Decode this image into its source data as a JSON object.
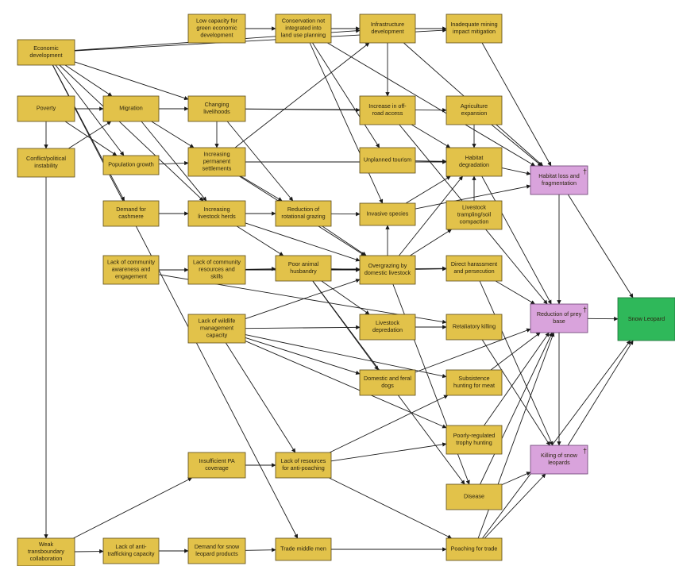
{
  "diagram": {
    "nodes": [
      {
        "id": "n_econ",
        "type": "threat",
        "lines": [
          "Economic",
          "development"
        ]
      },
      {
        "id": "n_lowcap",
        "type": "threat",
        "lines": [
          "Low capacity for",
          "green economic",
          "development"
        ]
      },
      {
        "id": "n_conserv",
        "type": "threat",
        "lines": [
          "Conservation not",
          "integrated into",
          "land use planning"
        ]
      },
      {
        "id": "n_infra",
        "type": "threat",
        "lines": [
          "Infrastructure",
          "development"
        ]
      },
      {
        "id": "n_inadeq",
        "type": "threat",
        "lines": [
          "Inadequate mining",
          "impact mitigation"
        ]
      },
      {
        "id": "n_poverty",
        "type": "threat",
        "lines": [
          "Poverty"
        ]
      },
      {
        "id": "n_migration",
        "type": "threat",
        "lines": [
          "Migration"
        ]
      },
      {
        "id": "n_changing",
        "type": "threat",
        "lines": [
          "Changing",
          "livelihoods"
        ]
      },
      {
        "id": "n_offroad",
        "type": "threat",
        "lines": [
          "Increase in off-",
          "road access"
        ]
      },
      {
        "id": "n_agri",
        "type": "threat",
        "lines": [
          "Agriculture",
          "expansion"
        ]
      },
      {
        "id": "n_conflict",
        "type": "threat",
        "lines": [
          "Conflict/political",
          "instability"
        ]
      },
      {
        "id": "n_popgrowth",
        "type": "threat",
        "lines": [
          "Population growth"
        ]
      },
      {
        "id": "n_settle",
        "type": "threat",
        "lines": [
          "Increasing",
          "permanent",
          "settlements"
        ]
      },
      {
        "id": "n_tourism",
        "type": "threat",
        "lines": [
          "Unplanned tourism"
        ]
      },
      {
        "id": "n_habdeg",
        "type": "threat",
        "lines": [
          "Habitat",
          "degradation"
        ]
      },
      {
        "id": "n_habloss",
        "type": "impact",
        "lines": [
          "Habitat loss and",
          "fragmentation"
        ],
        "dagger": "†"
      },
      {
        "id": "n_cashmere",
        "type": "threat",
        "lines": [
          "Demand for",
          "cashmere"
        ]
      },
      {
        "id": "n_herds",
        "type": "threat",
        "lines": [
          "Increasing",
          "livestock herds"
        ]
      },
      {
        "id": "n_rotgraz",
        "type": "threat",
        "lines": [
          "Reduction of",
          "rotational grazing"
        ]
      },
      {
        "id": "n_invasive",
        "type": "threat",
        "lines": [
          "Invasive species"
        ]
      },
      {
        "id": "n_trampling",
        "type": "threat",
        "lines": [
          "Livestock",
          "trampling/soil",
          "compaction"
        ]
      },
      {
        "id": "n_commaware",
        "type": "threat",
        "lines": [
          "Lack of community",
          "awareness and",
          "engagement"
        ]
      },
      {
        "id": "n_commres",
        "type": "threat",
        "lines": [
          "Lack of community",
          "resources and",
          "skills"
        ]
      },
      {
        "id": "n_husbandry",
        "type": "threat",
        "lines": [
          "Poor animal",
          "husbandry"
        ]
      },
      {
        "id": "n_overgraz",
        "type": "threat",
        "lines": [
          "Overgrazing by",
          "domestic livestock"
        ]
      },
      {
        "id": "n_harass",
        "type": "threat",
        "lines": [
          "Direct harassment",
          "and persecution"
        ]
      },
      {
        "id": "n_wildlife",
        "type": "threat",
        "lines": [
          "Lack of wildlife",
          "management",
          "capacity"
        ]
      },
      {
        "id": "n_depred",
        "type": "threat",
        "lines": [
          "Livestock",
          "depredation"
        ]
      },
      {
        "id": "n_retal",
        "type": "threat",
        "lines": [
          "Retaliatory killing"
        ]
      },
      {
        "id": "n_prey",
        "type": "impact",
        "lines": [
          "Reduction of prey",
          "base"
        ],
        "dagger": "†"
      },
      {
        "id": "n_snowleopard",
        "type": "target",
        "lines": [
          "Snow Leopard"
        ]
      },
      {
        "id": "n_dogs",
        "type": "threat",
        "lines": [
          "Domestic and feral",
          "dogs"
        ]
      },
      {
        "id": "n_subsist",
        "type": "threat",
        "lines": [
          "Subsistence",
          "hunting for meat"
        ]
      },
      {
        "id": "n_trophy",
        "type": "threat",
        "lines": [
          "Poorly-regulated",
          "trophy hunting"
        ]
      },
      {
        "id": "n_killing",
        "type": "impact",
        "lines": [
          "Killing of snow",
          "leopards"
        ],
        "dagger": "†"
      },
      {
        "id": "n_painsuff",
        "type": "threat",
        "lines": [
          "Insufficient PA",
          "coverage"
        ]
      },
      {
        "id": "n_antipoach",
        "type": "threat",
        "lines": [
          "Lack of resources",
          "for anti-poaching"
        ]
      },
      {
        "id": "n_disease",
        "type": "threat",
        "lines": [
          "Disease"
        ]
      },
      {
        "id": "n_transb",
        "type": "threat",
        "lines": [
          "Weak",
          "transboundary",
          "collaboration"
        ]
      },
      {
        "id": "n_antitraff",
        "type": "threat",
        "lines": [
          "Lack of anti-",
          "trafficking capacity"
        ]
      },
      {
        "id": "n_demandsl",
        "type": "threat",
        "lines": [
          "Demand for snow",
          "leopard products"
        ]
      },
      {
        "id": "n_middlemen",
        "type": "threat",
        "lines": [
          "Trade middle men"
        ]
      },
      {
        "id": "n_poachtrade",
        "type": "threat",
        "lines": [
          "Poaching for trade"
        ]
      }
    ]
  }
}
